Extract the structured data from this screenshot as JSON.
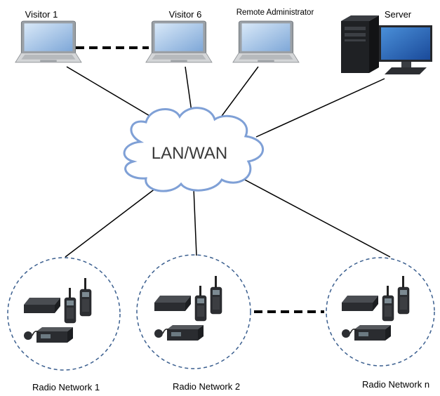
{
  "nodes": {
    "visitor1": "Visitor 1",
    "visitor6": "Visitor 6",
    "remote_admin": "Remote Administrator",
    "server": "Server",
    "cloud": "LAN/WAN"
  },
  "radio_networks": [
    "Radio Network 1",
    "Radio Network  2",
    "Radio Network  n"
  ],
  "colors": {
    "cloud_stroke": "#7fa0d6",
    "circle_stroke": "#3b5f8f",
    "laptop_screen": "#a8c8ea"
  }
}
